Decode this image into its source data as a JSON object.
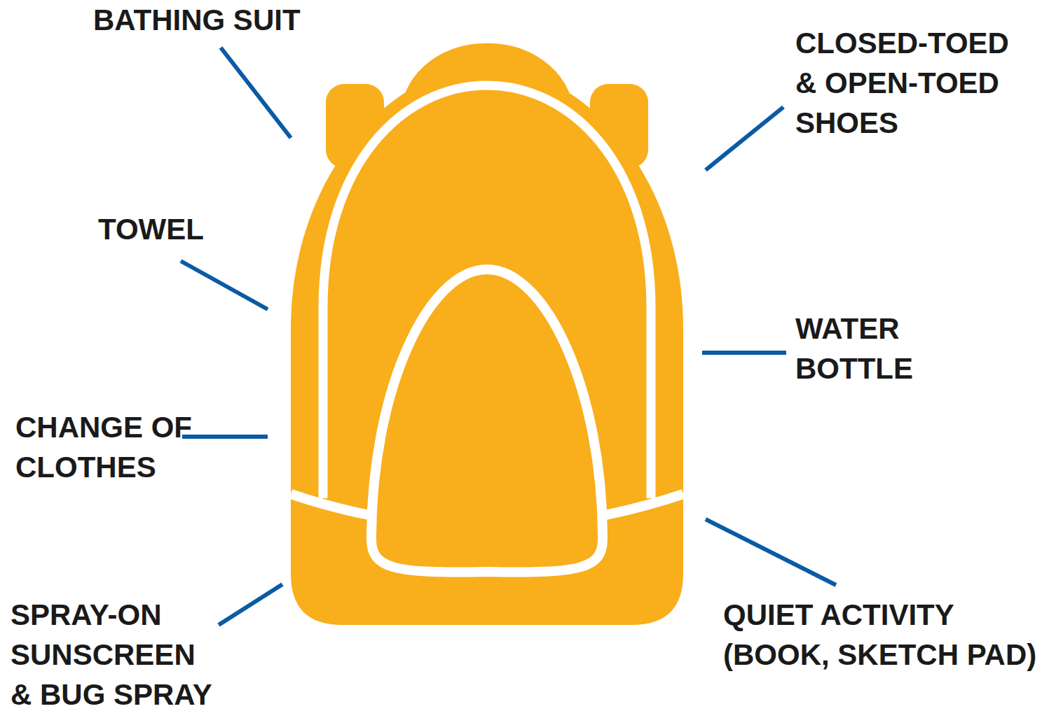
{
  "diagram": {
    "labels": [
      "BATHING SUIT",
      "CLOSED-TOED & OPEN-TOED SHOES",
      "TOWEL",
      "WATER BOTTLE",
      "CHANGE OF CLOTHES",
      "SPRAY-ON SUNSCREEN & BUG SPRAY",
      "QUIET ACTIVITY (BOOK, SKETCH PAD)"
    ]
  }
}
